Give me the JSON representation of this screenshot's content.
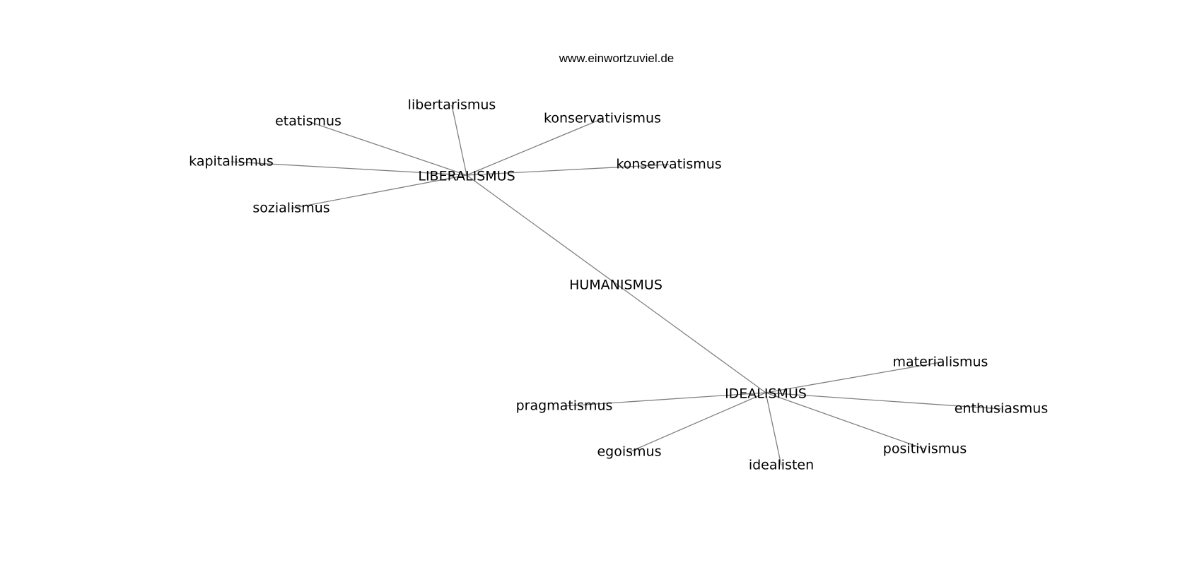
{
  "watermark": "www.einwortzuviel.de",
  "nodes": {
    "humanismus": "HUMANISMUS",
    "liberalismus": "LIBERALISMUS",
    "idealismus": "IDEALISMUS",
    "libertarismus": "libertarismus",
    "etatismus": "etatismus",
    "konservativismus": "konservativismus",
    "kapitalismus": "kapitalismus",
    "konservatismus": "konservatismus",
    "sozialismus": "sozialismus",
    "materialismus": "materialismus",
    "pragmatismus": "pragmatismus",
    "enthusiasmus": "enthusiasmus",
    "egoismus": "egoismus",
    "positivismus": "positivismus",
    "idealisten": "idealisten"
  },
  "edges": [
    [
      "liberalismus",
      "idealismus"
    ],
    [
      "liberalismus",
      "libertarismus"
    ],
    [
      "liberalismus",
      "etatismus"
    ],
    [
      "liberalismus",
      "konservativismus"
    ],
    [
      "liberalismus",
      "kapitalismus"
    ],
    [
      "liberalismus",
      "konservatismus"
    ],
    [
      "liberalismus",
      "sozialismus"
    ],
    [
      "idealismus",
      "materialismus"
    ],
    [
      "idealismus",
      "pragmatismus"
    ],
    [
      "idealismus",
      "enthusiasmus"
    ],
    [
      "idealismus",
      "egoismus"
    ],
    [
      "idealismus",
      "positivismus"
    ],
    [
      "idealismus",
      "idealisten"
    ]
  ]
}
